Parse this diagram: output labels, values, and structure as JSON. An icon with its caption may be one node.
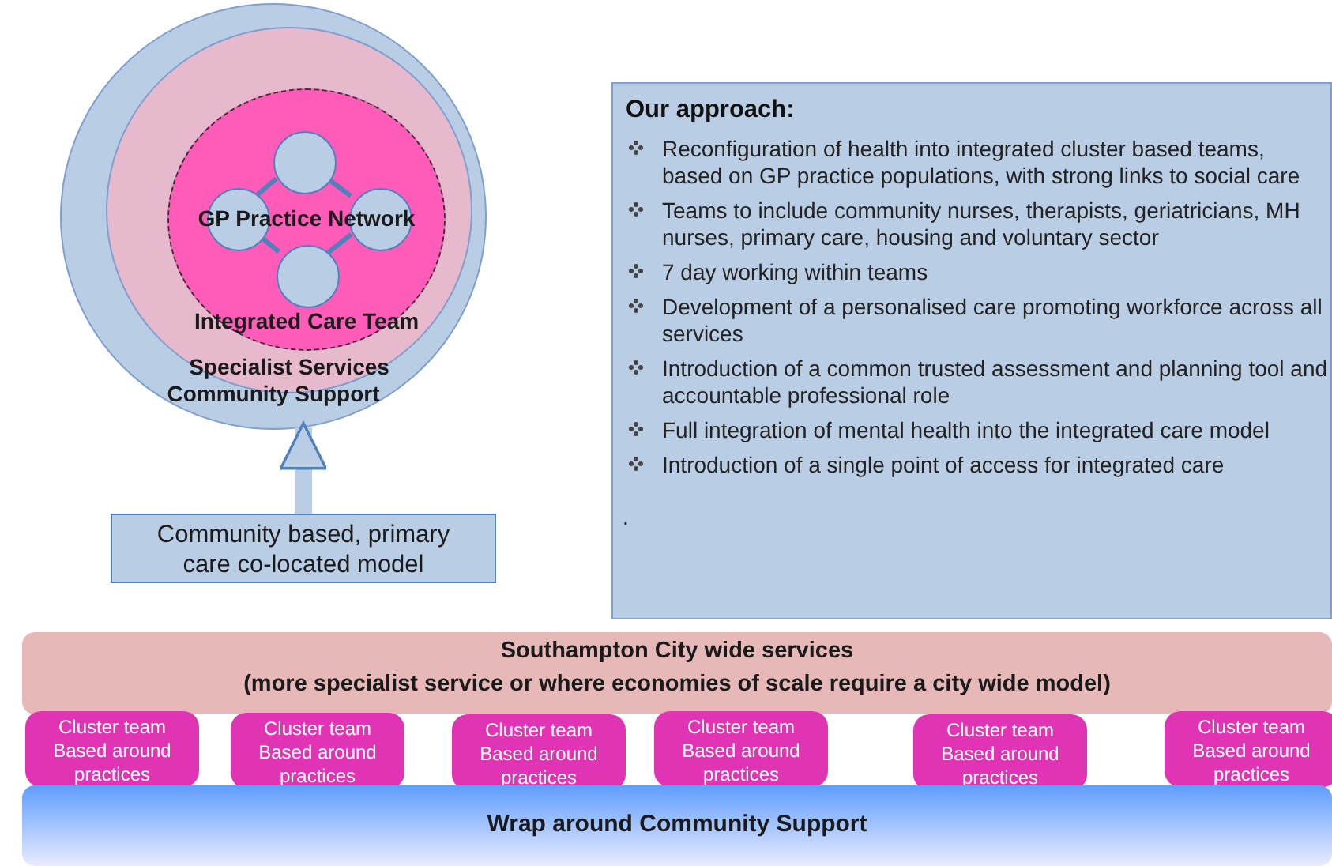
{
  "diagram": {
    "nodes": [
      {
        "text": [
          "Community Support"
        ]
      },
      {
        "text": [
          "Specialist Services"
        ],
        "in": 0
      },
      {
        "text": [
          "GP Practice Network",
          "Integrated Care Team"
        ],
        "in": 1
      },
      {
        "text": [],
        "shape": "circle",
        "in": 2
      },
      {
        "text": [],
        "shape": "circle",
        "in": 2
      },
      {
        "text": [],
        "shape": "circle",
        "in": 2
      },
      {
        "text": [],
        "shape": "circle",
        "in": 2
      },
      {
        "text": [
          "Community based, primary care co-located model"
        ]
      },
      {
        "text": [
          "Our approach:",
          "Reconfiguration of health into integrated cluster based teams, based on GP practice populations, with strong links to social care",
          "Teams to include community nurses, therapists, geriatricians, MH nurses, primary care, housing and voluntary sector",
          "7 day working within teams",
          "Development of a personalised care promoting workforce across all services",
          "Introduction of a common trusted assessment and planning tool and accountable professional role",
          "Full integration of mental health into the integrated care model",
          "Introduction of a single point of access for integrated care",
          "."
        ]
      },
      {
        "text": [
          "Southampton City wide services",
          "(more specialist service or where economies of scale require a city wide model)"
        ]
      },
      {
        "text": [
          "Cluster team Based around practices"
        ]
      },
      {
        "text": [
          "Cluster team Based around practices"
        ]
      },
      {
        "text": [
          "Cluster team Based around practices"
        ]
      },
      {
        "text": [
          "Cluster team Based around practices"
        ]
      },
      {
        "text": [
          "Cluster team Based around practices"
        ]
      },
      {
        "text": [
          "Cluster team Based around practices"
        ]
      },
      {
        "text": [
          "Wrap around Community Support"
        ]
      }
    ],
    "edges": [
      {
        "from": 3,
        "to": 4,
        "arrow": "none"
      },
      {
        "from": 3,
        "to": 5,
        "arrow": "none"
      },
      {
        "from": 4,
        "to": 6,
        "arrow": "none"
      },
      {
        "from": 5,
        "to": 6,
        "arrow": "none"
      },
      {
        "from": 7,
        "to": 0,
        "arrow": "to",
        "style": "thick",
        "color": "#b9cde5"
      }
    ]
  }
}
